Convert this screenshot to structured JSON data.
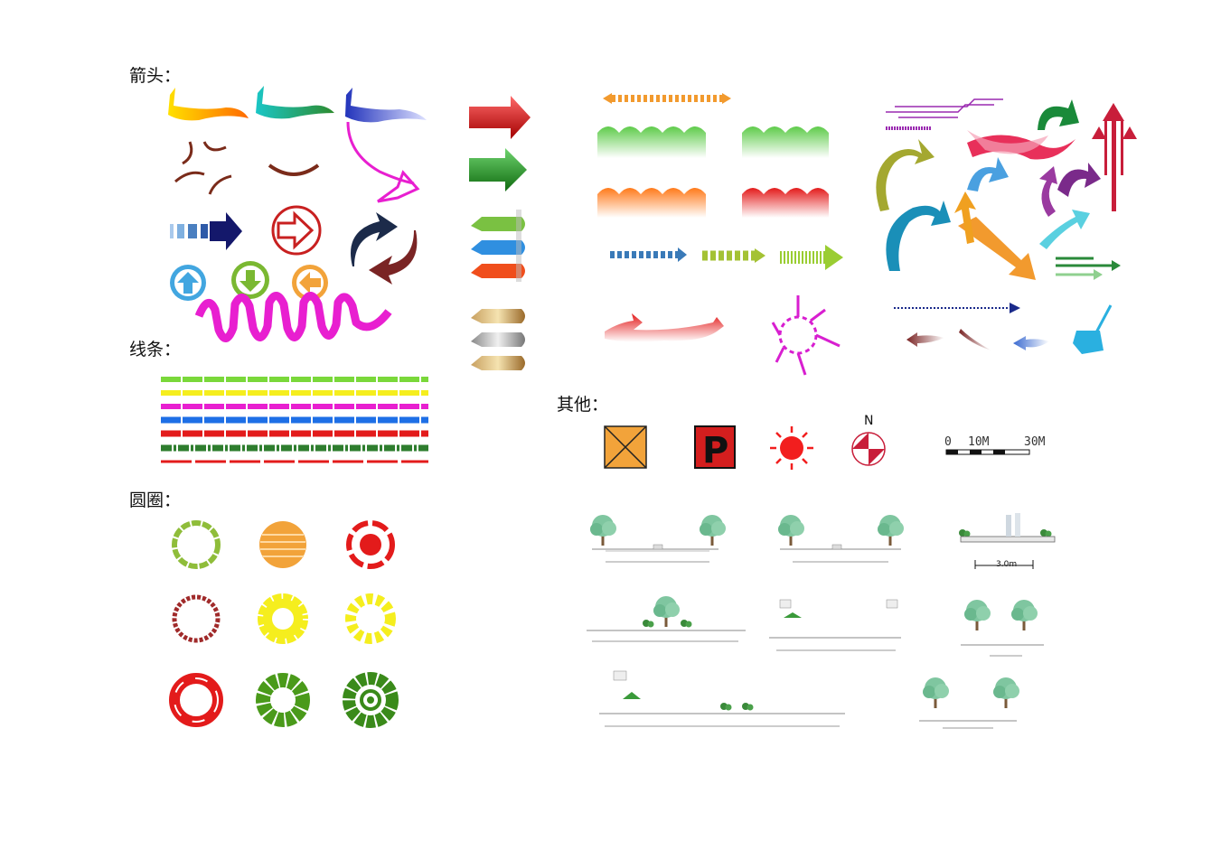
{
  "sections": {
    "arrows": "箭头：",
    "lines": "线条：",
    "circles": "圆圈：",
    "others": "其他："
  },
  "others": {
    "parking_letter": "P",
    "north_letter": "N",
    "scale": {
      "labels": [
        "0",
        "10M",
        "30M"
      ]
    }
  },
  "sections_dims": {
    "section_3_width": "3.0m"
  },
  "colors": {
    "magenta": "#e81fd0",
    "navy": "#14186b",
    "red": "#e31b1b",
    "green": "#2e8b2e",
    "orange": "#f29a2e",
    "yellow": "#f5ee1e",
    "blue": "#1e6fe6",
    "teal": "#1aa3b5",
    "lime": "#9acd32"
  }
}
